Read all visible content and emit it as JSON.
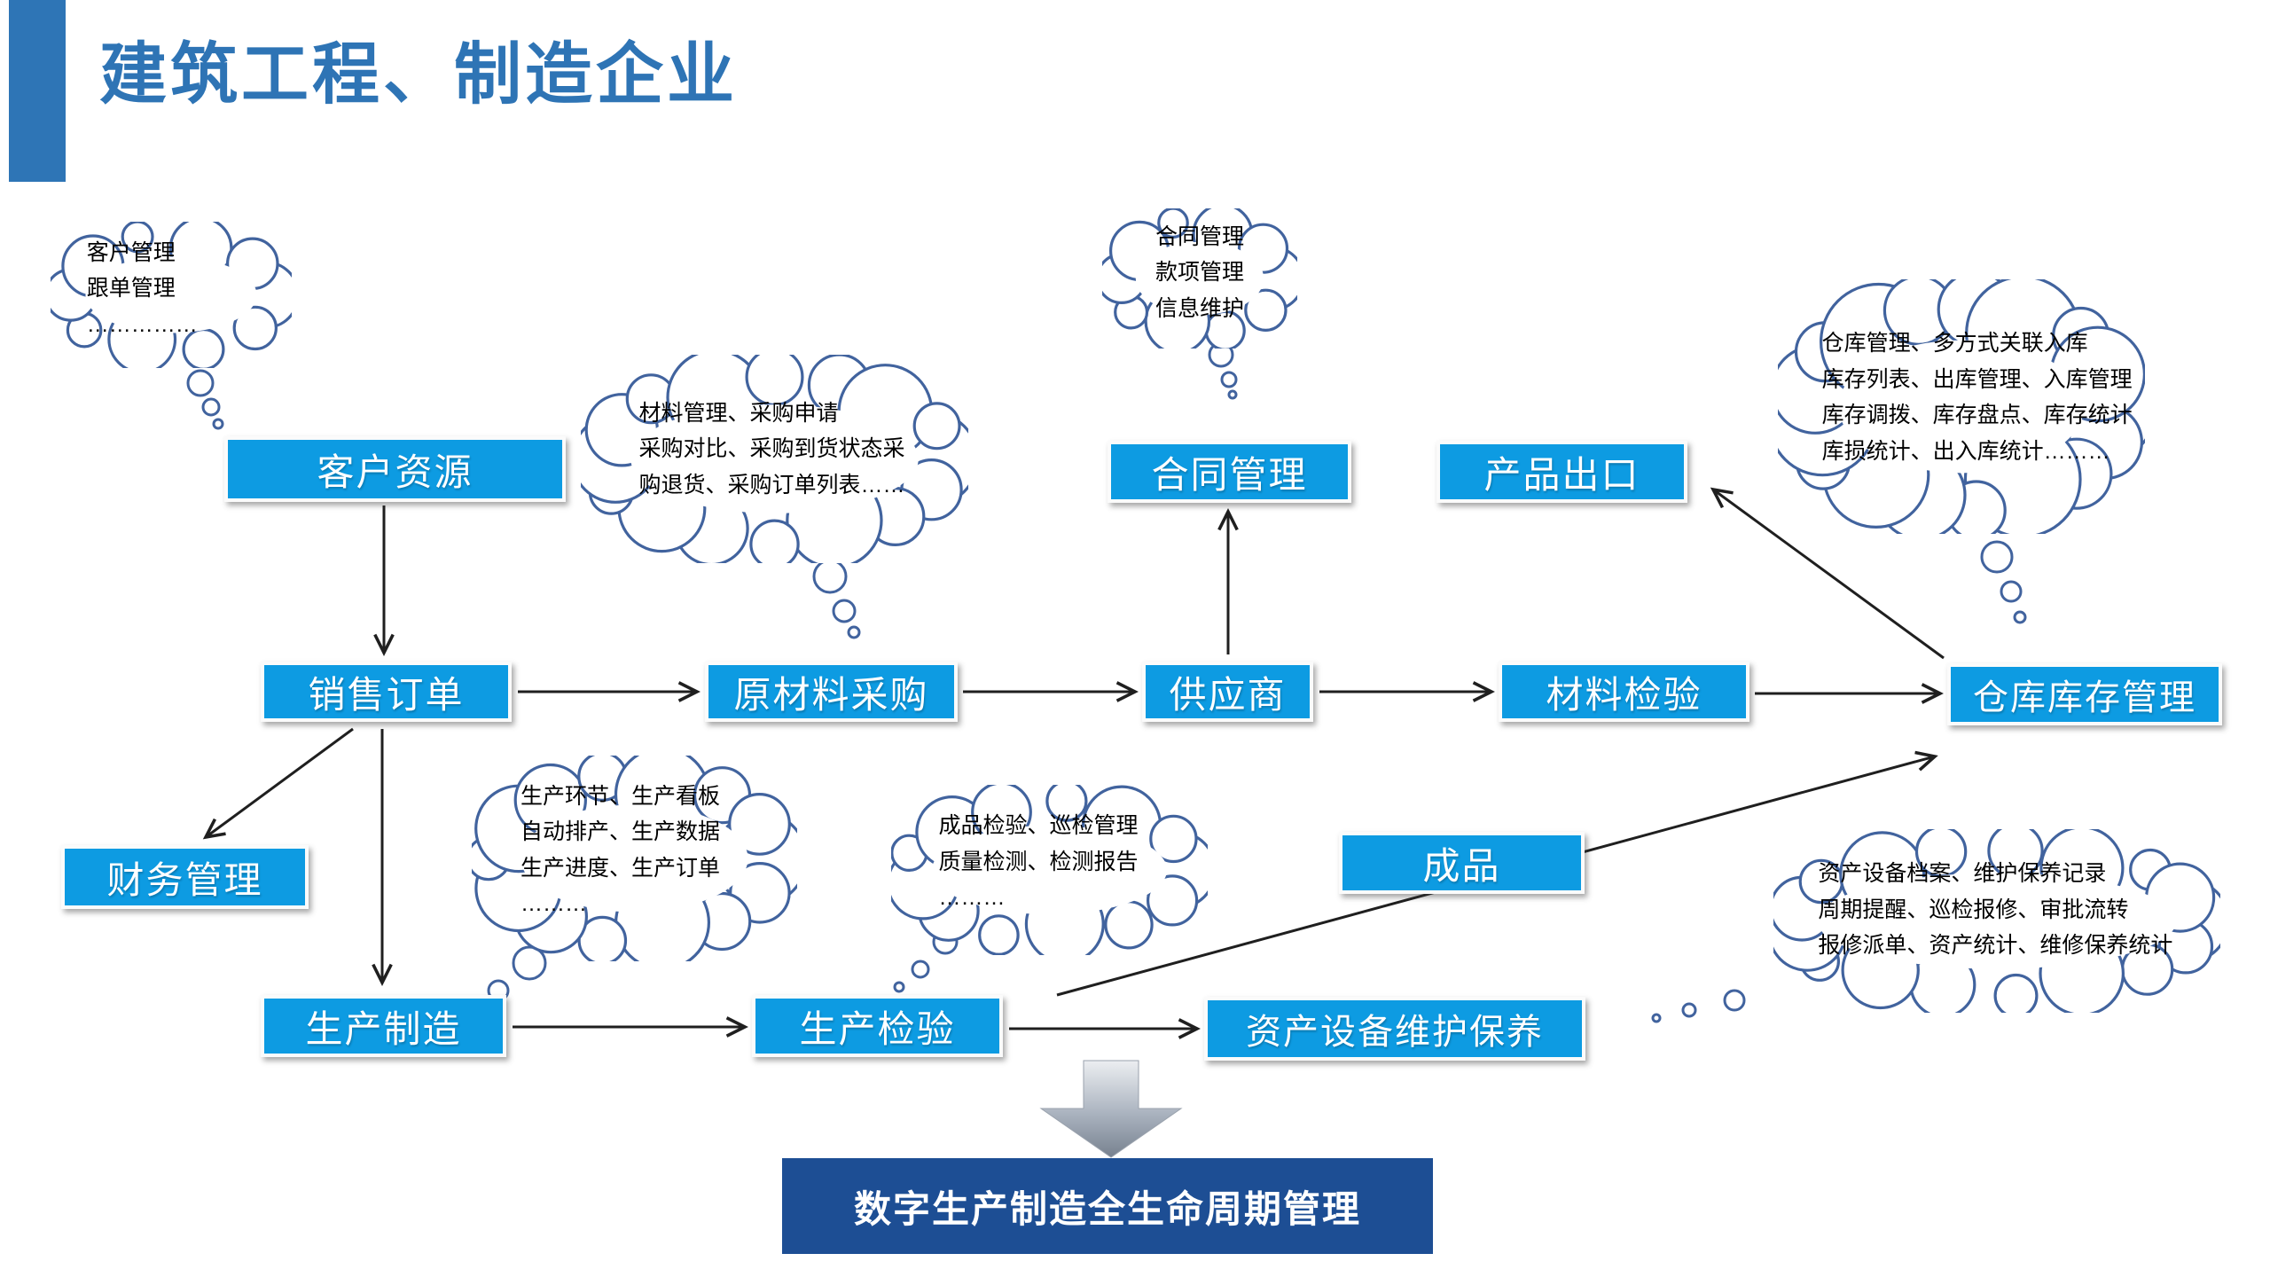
{
  "title": "建筑工程、制造企业",
  "banner": {
    "label": "数字生产制造全生命周期管理"
  },
  "nodes": {
    "customer_resource": {
      "label": "客户资源"
    },
    "sales_order": {
      "label": "销售订单"
    },
    "raw_material_purchase": {
      "label": "原材料采购"
    },
    "supplier": {
      "label": "供应商"
    },
    "material_inspection": {
      "label": "材料检验"
    },
    "warehouse_inventory": {
      "label": "仓库库存管理"
    },
    "contract_management": {
      "label": "合同管理"
    },
    "product_export": {
      "label": "产品出口"
    },
    "finance_management": {
      "label": "财务管理"
    },
    "manufacturing": {
      "label": "生产制造"
    },
    "production_inspection": {
      "label": "生产检验"
    },
    "asset_maintenance": {
      "label": "资产设备维护保养"
    },
    "finished_goods": {
      "label": "成品"
    }
  },
  "clouds": {
    "c1": {
      "lines": [
        "客户管理",
        "跟单管理",
        "……………"
      ]
    },
    "c2": {
      "lines": [
        "材料管理、采购申请",
        "采购对比、采购到货状态采",
        "购退货、采购订单列表……"
      ]
    },
    "c3": {
      "lines": [
        "合同管理",
        "款项管理",
        "信息维护"
      ]
    },
    "c4": {
      "lines": [
        "仓库管理、多方式关联入库",
        "库存列表、出库管理、入库管理",
        "库存调拨、库存盘点、库存统计",
        "库损统计、出入库统计………"
      ]
    },
    "c5": {
      "lines": [
        "生产环节、生产看板",
        "自动排产、生产数据",
        "生产进度、生产订单",
        "………"
      ]
    },
    "c6": {
      "lines": [
        "成品检验、巡检管理",
        "质量检测、检测报告",
        "………"
      ]
    },
    "c7": {
      "lines": [
        "资产设备档案、维护保养记录",
        "周期提醒、巡检报修、审批流转",
        "报修派单、资产统计、维修保养统计"
      ]
    }
  },
  "colors": {
    "box_fill": "#0D9BE2",
    "banner_fill": "#1D4E94",
    "title_text": "#2E74B5",
    "accent_bar": "#2E75B6",
    "cloud_outline": "#41639E",
    "arrow": "#1F1F1F"
  }
}
